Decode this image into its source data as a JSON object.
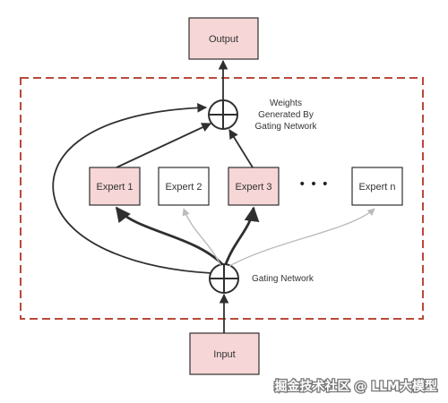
{
  "nodes": {
    "output": "Output",
    "input": "Input",
    "expert1": "Expert 1",
    "expert2": "Expert 2",
    "expert3": "Expert 3",
    "expertn": "Expert n",
    "ellipsis": "• • •"
  },
  "annotations": {
    "weights_line1": "Weights",
    "weights_line2": "Generated By",
    "weights_line3": "Gating Network",
    "gating_network": "Gating Network"
  },
  "watermark": "掘金技术社区 @ LLM大模型",
  "colors": {
    "active_fill": "#f6d6d6",
    "stroke": "#2f2f2f",
    "frame": "#b94a3b",
    "inactive_arrow": "#bbbbbb"
  }
}
